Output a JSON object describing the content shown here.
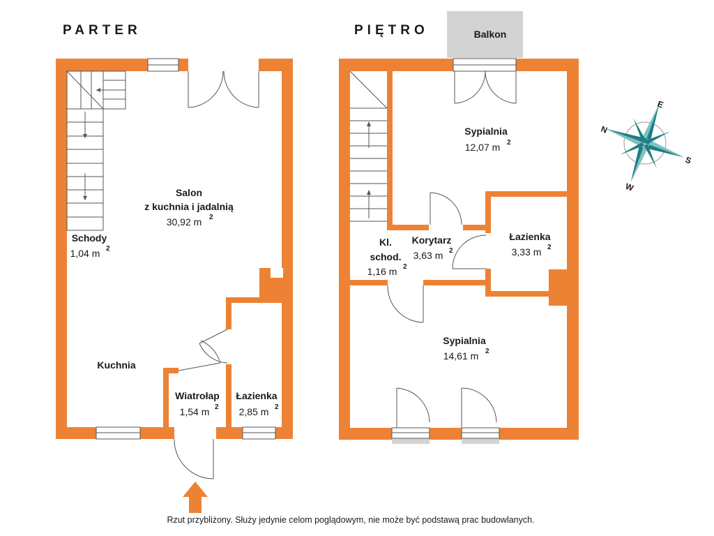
{
  "floors": {
    "ground_title": "PARTER",
    "upper_title": "PIĘTRO"
  },
  "rooms": {
    "schody": {
      "name": "Schody",
      "area": "1,04 m",
      "exp": "2"
    },
    "salon": {
      "name_line1": "Salon",
      "name_line2": "z kuchnia i jadalnią",
      "area": "30,92 m",
      "exp": "2"
    },
    "kuchnia": {
      "name": "Kuchnia"
    },
    "wiatrolap": {
      "name": "Wiatrołap",
      "area": "1,54 m",
      "exp": "2"
    },
    "lazienka_parter": {
      "name": "Łazienka",
      "area": "2,85 m",
      "exp": "2"
    },
    "balkon": {
      "name": "Balkon"
    },
    "sypialnia_1": {
      "name": "Sypialnia",
      "area": "12,07 m",
      "exp": "2"
    },
    "kl_schod": {
      "name_line1": "Kl.",
      "name_line2": "schod.",
      "area": "1,16 m",
      "exp": "2"
    },
    "korytarz": {
      "name": "Korytarz",
      "area": "3,63 m",
      "exp": "2"
    },
    "lazienka_pietro": {
      "name": "Łazienka",
      "area": "3,33 m",
      "exp": "2"
    },
    "sypialnia_2": {
      "name": "Sypialnia",
      "area": "14,61 m",
      "exp": "2"
    }
  },
  "compass": {
    "n": "N",
    "e": "E",
    "s": "S",
    "w": "W"
  },
  "disclaimer": "Rzut przybliżony. Służy jedynie celom poglądowym, nie może być podstawą prac budowlanych.",
  "icons": {
    "entrance": "entrance-arrow-icon",
    "compass": "compass-rose-icon"
  },
  "colors": {
    "wall": "#ee8234",
    "balcony": "#d3d3d3",
    "line": "#555555",
    "compass_teal": "#1f7f82"
  }
}
